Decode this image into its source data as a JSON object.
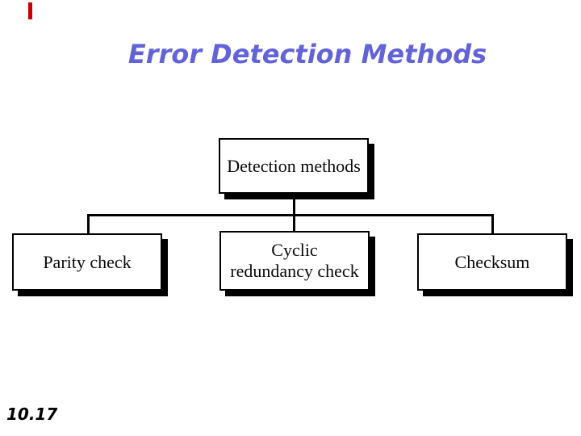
{
  "slide": {
    "title": "Error Detection Methods",
    "page_number": "10.17",
    "colors": {
      "background": "#ffffff",
      "title_text": "#6363d8",
      "box_border": "#000000",
      "box_shadow": "#000000",
      "box_text": "#0a0a0a",
      "connector": "#000000",
      "accent_mark": "#cc0000"
    }
  },
  "diagram": {
    "type": "tree",
    "root": {
      "label": "Detection methods"
    },
    "children": [
      {
        "label": "Parity check",
        "lines": [
          "Parity check"
        ]
      },
      {
        "label": "Cyclic redundancy check",
        "lines": [
          "Cyclic",
          "redundancy check"
        ]
      },
      {
        "label": "Checksum",
        "lines": [
          "Checksum"
        ]
      }
    ]
  }
}
